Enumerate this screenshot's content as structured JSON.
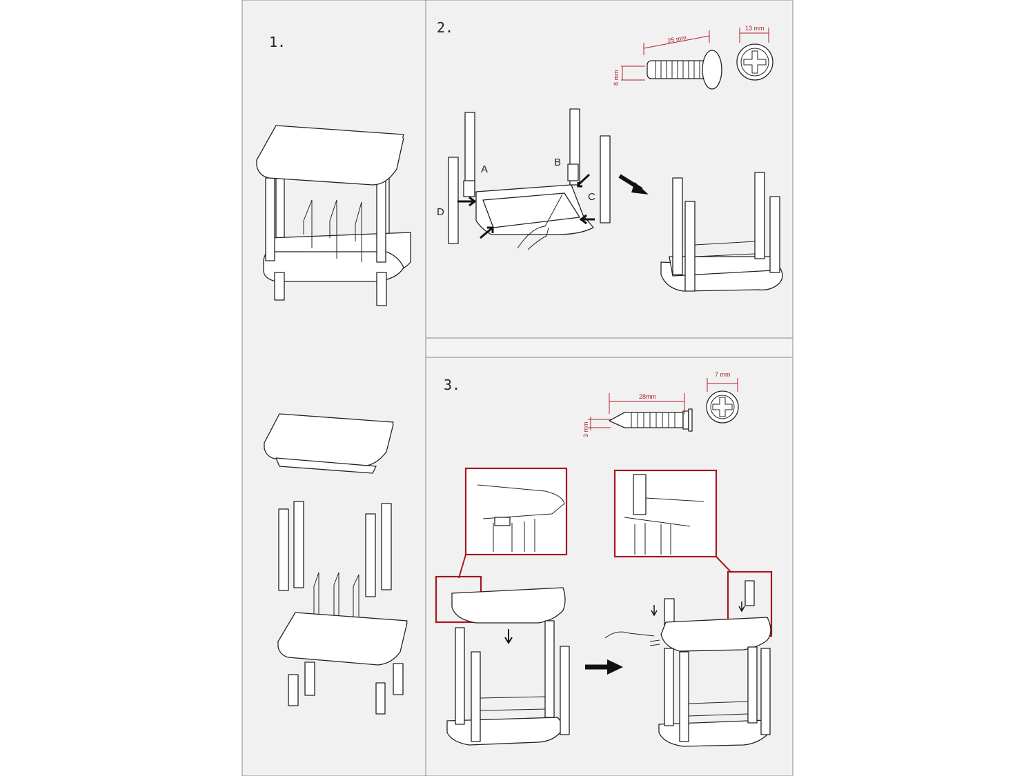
{
  "steps": [
    {
      "number": "1."
    },
    {
      "number": "2."
    },
    {
      "number": "3."
    }
  ],
  "step2": {
    "callouts": [
      "A",
      "B",
      "C",
      "D"
    ],
    "screw": {
      "length": "25 mm",
      "diameter": "8 mm",
      "head": "13 mm"
    }
  },
  "step3": {
    "screw": {
      "length": "28mm",
      "diameter": "3 mm",
      "head": "7 mm"
    }
  },
  "colors": {
    "panel_bg": "#f1f1f1",
    "frame": "#a3161f",
    "dimension": "#b0202a",
    "ink": "#222222"
  }
}
